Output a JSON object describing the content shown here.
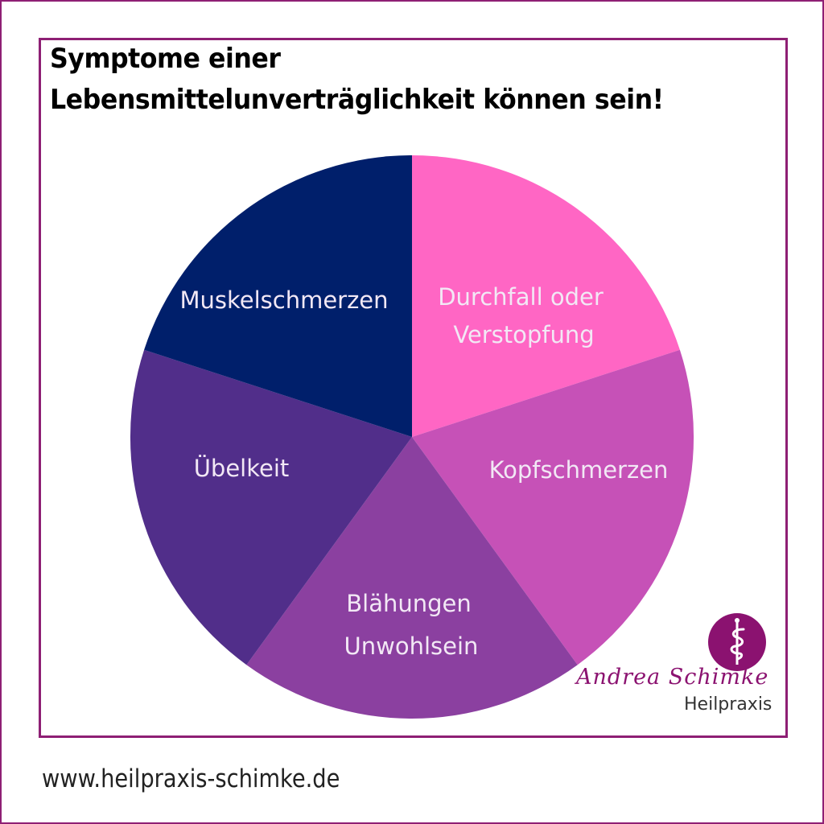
{
  "header": {
    "title_line1": "Symptome einer",
    "title_line2": "Lebensmittelunverträglichkeit können sein!"
  },
  "chart_data": {
    "type": "pie",
    "title": "Symptome einer Lebensmittelunverträglichkeit können sein!",
    "categories": [
      "Durchfall oder Verstopfung",
      "Kopfschmerzen",
      "Blähungen Unwohlsein",
      "Übelkeit",
      "Muskelschmerzen"
    ],
    "values": [
      20,
      20,
      20,
      20,
      20
    ],
    "colors": [
      "#FF66C4",
      "#C651B7",
      "#8B40A0",
      "#512E8A",
      "#001F6B"
    ],
    "start_angle": "top (12 o'clock), clockwise",
    "legend": "none (labels inside slices)"
  },
  "slices": [
    {
      "line1": "Durchfall oder",
      "line2": "Verstopfung",
      "color": "#FF66C4"
    },
    {
      "line1": "Kopfschmerzen",
      "line2": "",
      "color": "#C651B7"
    },
    {
      "line1": "Blähungen",
      "line2": "Unwohlsein",
      "color": "#8B40A0"
    },
    {
      "line1": "Übelkeit",
      "line2": "",
      "color": "#512E8A"
    },
    {
      "line1": "Muskelschmerzen",
      "line2": "",
      "color": "#001F6B"
    }
  ],
  "branding": {
    "logo_icon": "rod-of-asclepius-icon",
    "name": "Andrea Schimke",
    "subtitle": "Heilpraxis",
    "brand_color": "#8B1270"
  },
  "footer": {
    "url": "www.heilpraxis-schimke.de"
  }
}
